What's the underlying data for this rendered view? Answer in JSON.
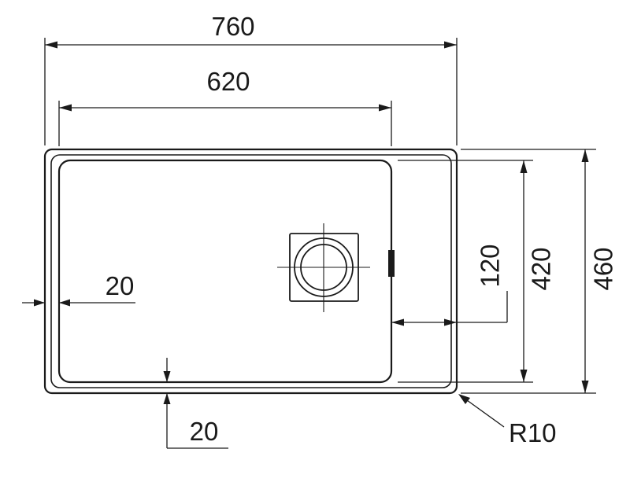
{
  "colors": {
    "background": "#ffffff",
    "line": "#1a1a1a"
  },
  "dimensions": {
    "overall_width": {
      "label": "760",
      "value": 760
    },
    "bowl_width": {
      "label": "620",
      "value": 620
    },
    "overall_depth": {
      "label": "460",
      "value": 460
    },
    "bowl_depth": {
      "label": "420",
      "value": 420
    },
    "right_deck_width": {
      "label": "120",
      "value": 120
    },
    "left_margin": {
      "label": "20",
      "value": 20
    },
    "bottom_margin": {
      "label": "20",
      "value": 20
    },
    "corner_radius": {
      "label": "R10",
      "value": 10
    }
  }
}
